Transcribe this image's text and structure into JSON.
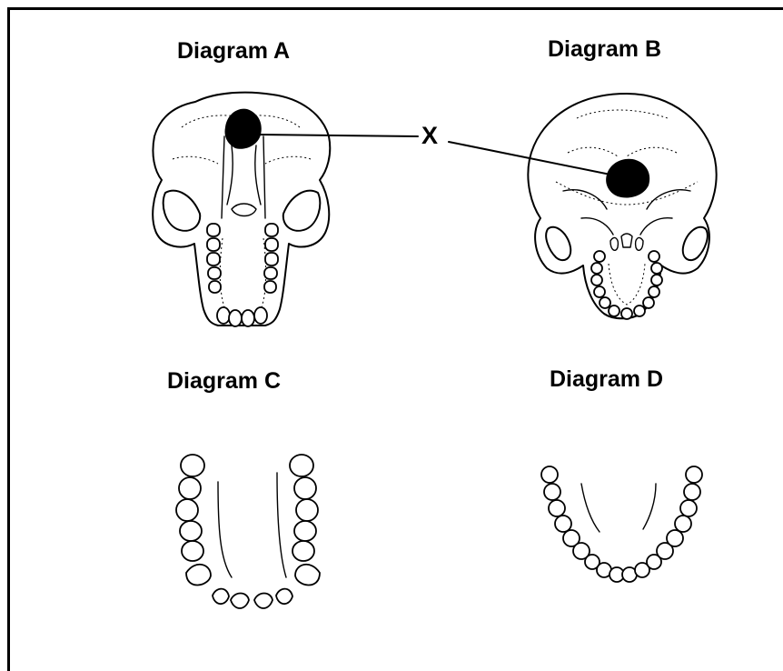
{
  "figure": {
    "diagram_a": {
      "title": "Diagram A"
    },
    "diagram_b": {
      "title": "Diagram B"
    },
    "diagram_c": {
      "title": "Diagram C"
    },
    "diagram_d": {
      "title": "Diagram D"
    },
    "pointer_label": "X"
  }
}
